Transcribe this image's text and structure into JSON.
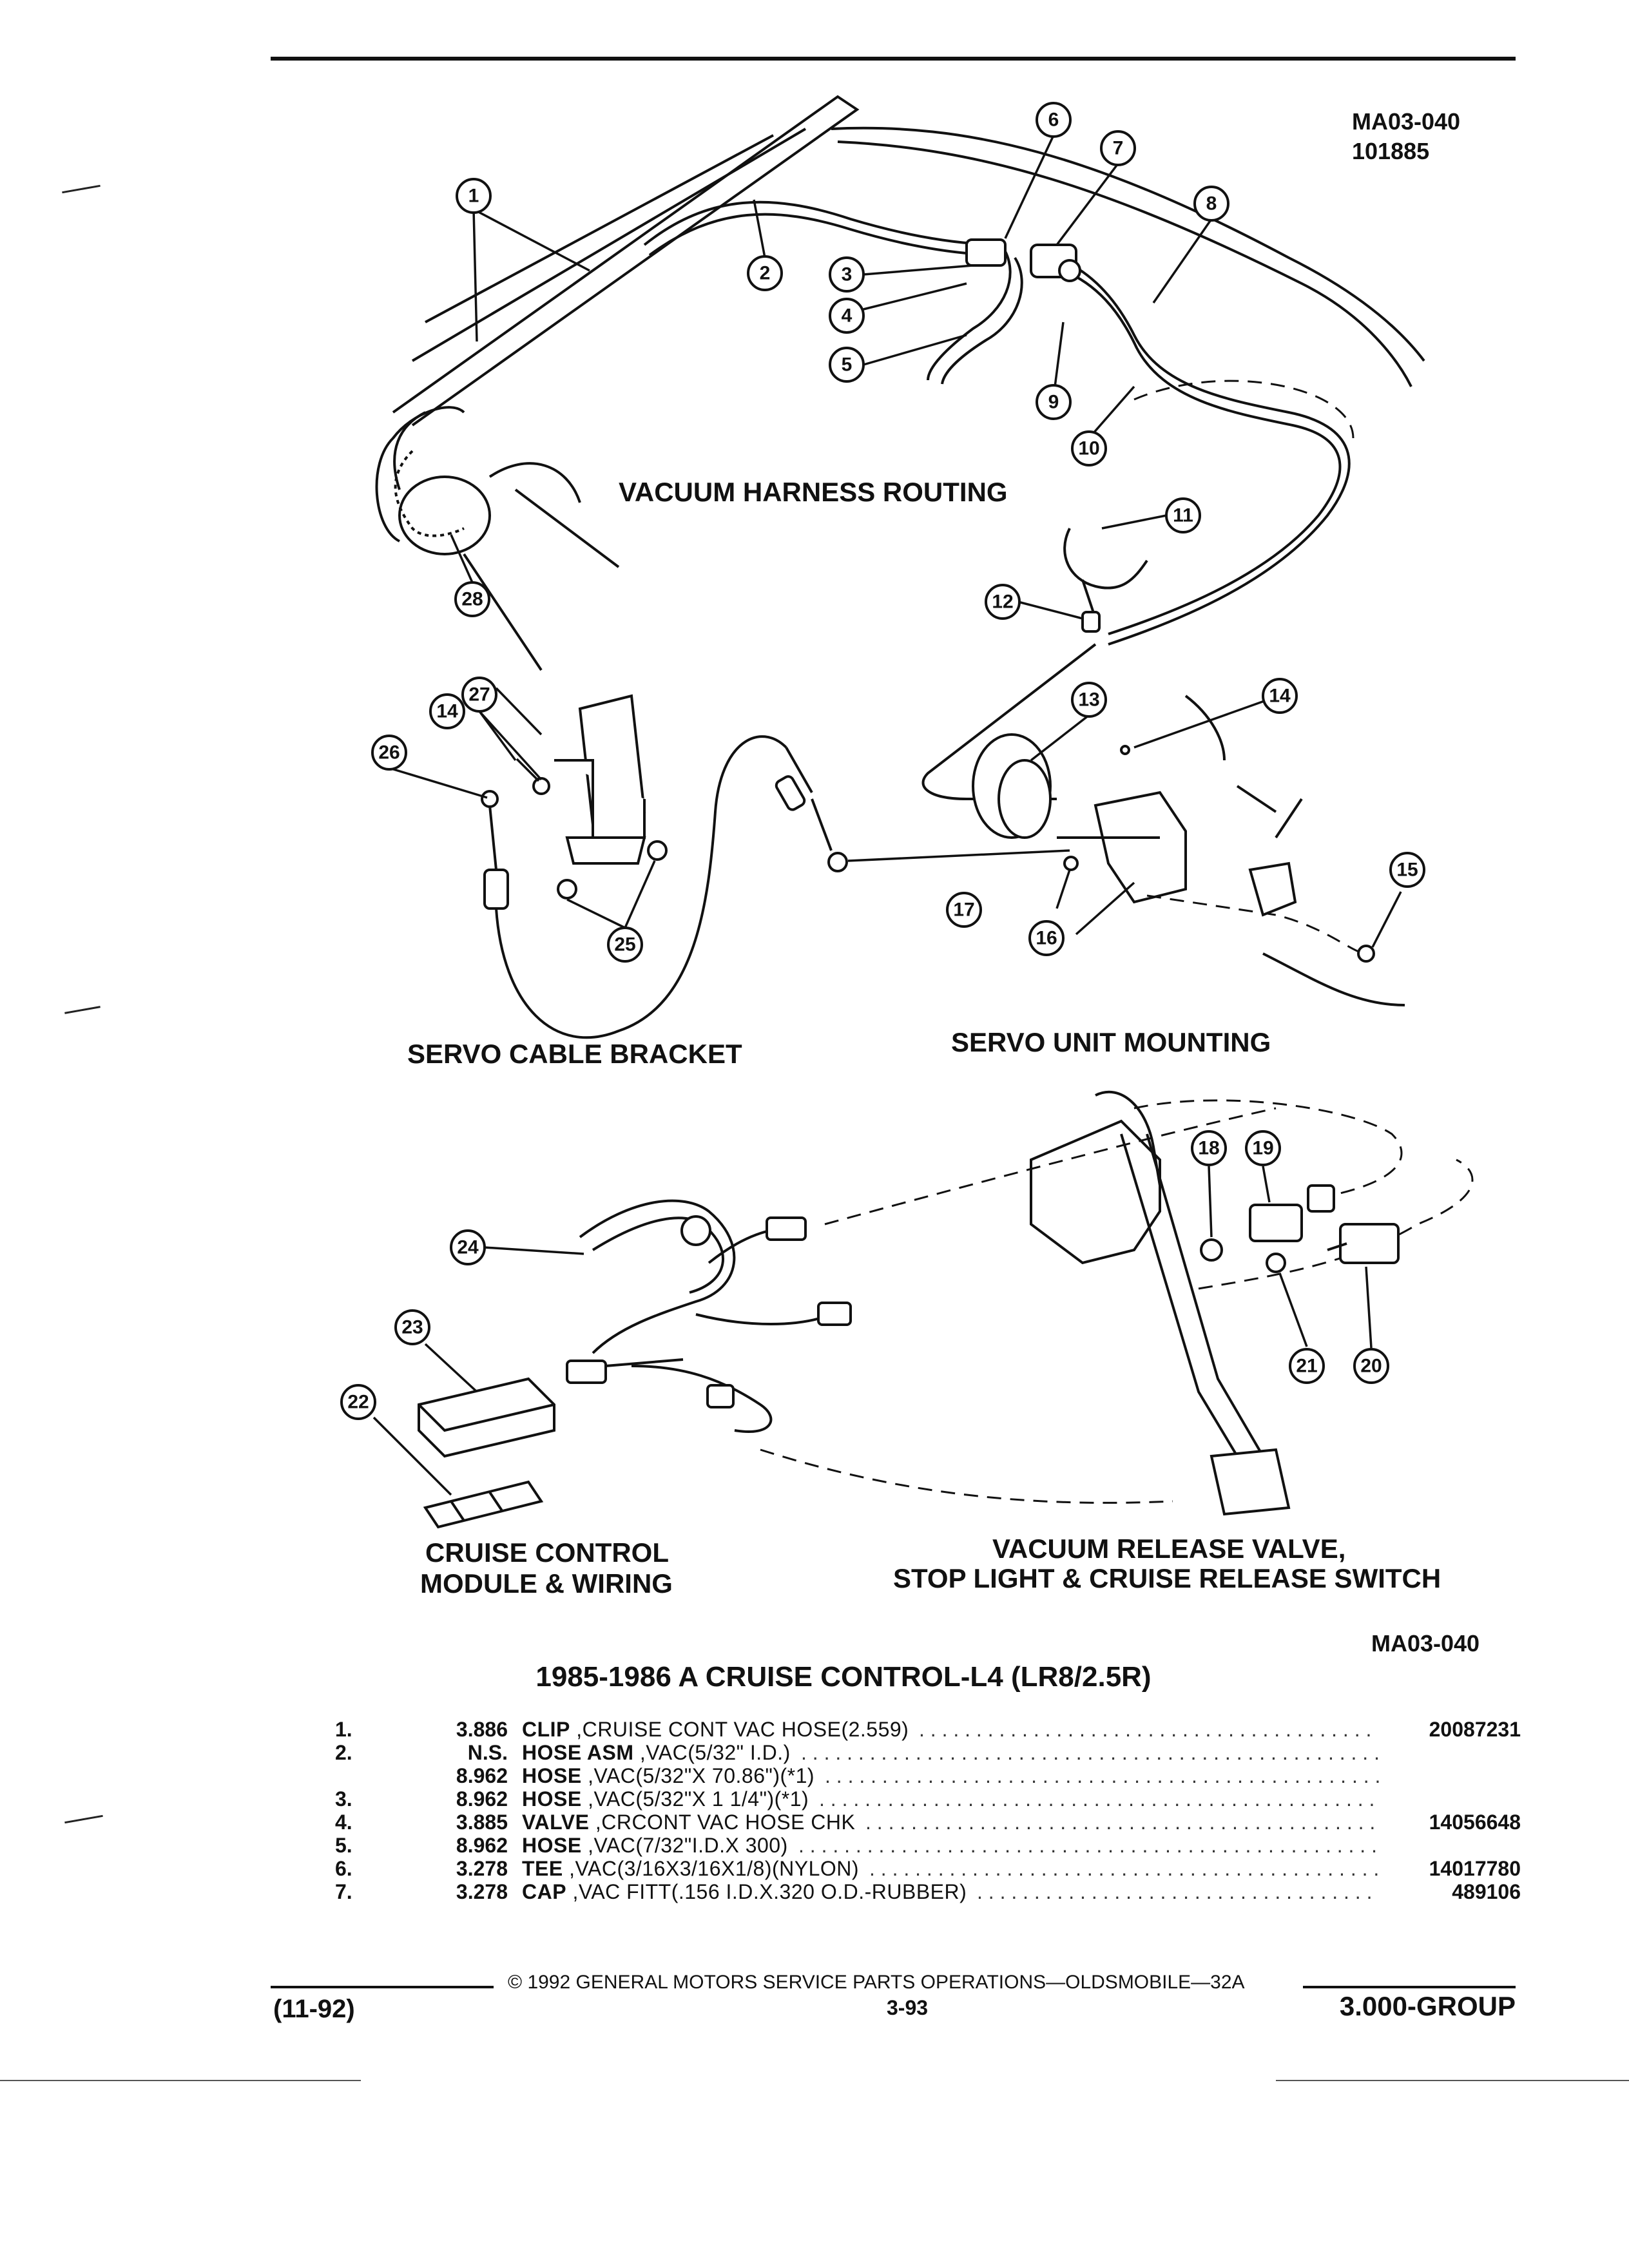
{
  "header": {
    "ref_code": "MA03-040",
    "ref_number": "101885"
  },
  "captions": {
    "vacuum_harness": "VACUUM HARNESS ROUTING",
    "servo_cable_bracket": "SERVO CABLE BRACKET",
    "servo_unit_mounting": "SERVO UNIT MOUNTING",
    "cruise_module_line1": "CRUISE CONTROL",
    "cruise_module_line2": "MODULE & WIRING",
    "release_valve_line1": "VACUUM RELEASE VALVE,",
    "release_valve_line2": "STOP LIGHT & CRUISE RELEASE SWITCH"
  },
  "callouts": [
    "1",
    "2",
    "3",
    "4",
    "5",
    "6",
    "7",
    "8",
    "9",
    "10",
    "11",
    "12",
    "13",
    "14",
    "15",
    "16",
    "17",
    "18",
    "19",
    "20",
    "21",
    "22",
    "23",
    "24",
    "25",
    "26",
    "27",
    "28"
  ],
  "diagram_ref": "MA03-040",
  "section_title": "1985-1986 A CRUISE CONTROL-L4 (LR8/2.5R)",
  "parts": [
    {
      "num": "1.",
      "code": "3.886",
      "name": "CLIP",
      "spec": ",CRUISE CONT VAC HOSE(2.559)",
      "part_no": "20087231"
    },
    {
      "num": "2.",
      "code": "N.S.",
      "name": "HOSE ASM",
      "spec": ",VAC(5/32\" I.D.)",
      "part_no": ""
    },
    {
      "num": "",
      "code": "8.962",
      "name": "HOSE",
      "spec": ",VAC(5/32\"X 70.86\")(*1)",
      "part_no": ""
    },
    {
      "num": "3.",
      "code": "8.962",
      "name": "HOSE",
      "spec": ",VAC(5/32\"X 1 1/4\")(*1)",
      "part_no": ""
    },
    {
      "num": "4.",
      "code": "3.885",
      "name": "VALVE",
      "spec": ",CRCONT VAC HOSE CHK",
      "part_no": "14056648"
    },
    {
      "num": "5.",
      "code": "8.962",
      "name": "HOSE",
      "spec": ",VAC(7/32\"I.D.X 300)",
      "part_no": ""
    },
    {
      "num": "6.",
      "code": "3.278",
      "name": "TEE",
      "spec": ",VAC(3/16X3/16X1/8)(NYLON)",
      "part_no": "14017780"
    },
    {
      "num": "7.",
      "code": "3.278",
      "name": "CAP",
      "spec": ",VAC FITT(.156 I.D.X.320 O.D.-RUBBER)",
      "part_no": "489106"
    }
  ],
  "footer": {
    "copyright": "© 1992 GENERAL MOTORS SERVICE PARTS OPERATIONS—OLDSMOBILE—32A",
    "date": "(11-92)",
    "page": "3-93",
    "group": "3.000-GROUP"
  }
}
